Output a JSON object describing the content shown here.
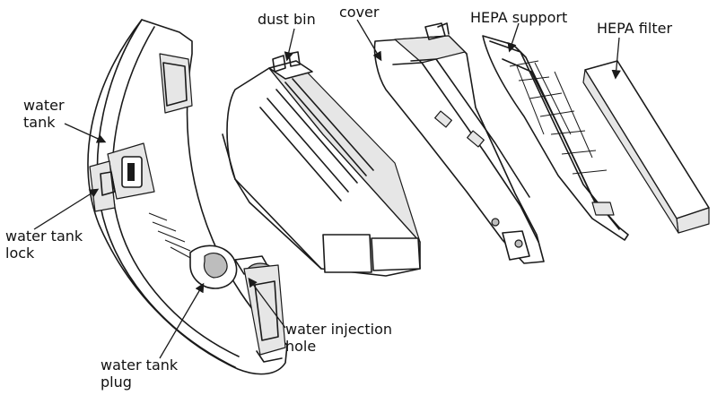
{
  "labels": {
    "water_tank": [
      "water",
      "tank"
    ],
    "dust_bin": "dust bin",
    "cover": "cover",
    "hepa_support": "HEPA support",
    "hepa_filter": "HEPA filter",
    "water_tank_lock": [
      "water tank",
      "lock"
    ],
    "water_injection_hole": [
      "water injection",
      "hole"
    ],
    "water_tank_plug": [
      "water tank",
      "plug"
    ]
  },
  "colors": {
    "line": "#1a1a1a",
    "background": "#ffffff",
    "shade": "#e6e6e6"
  }
}
